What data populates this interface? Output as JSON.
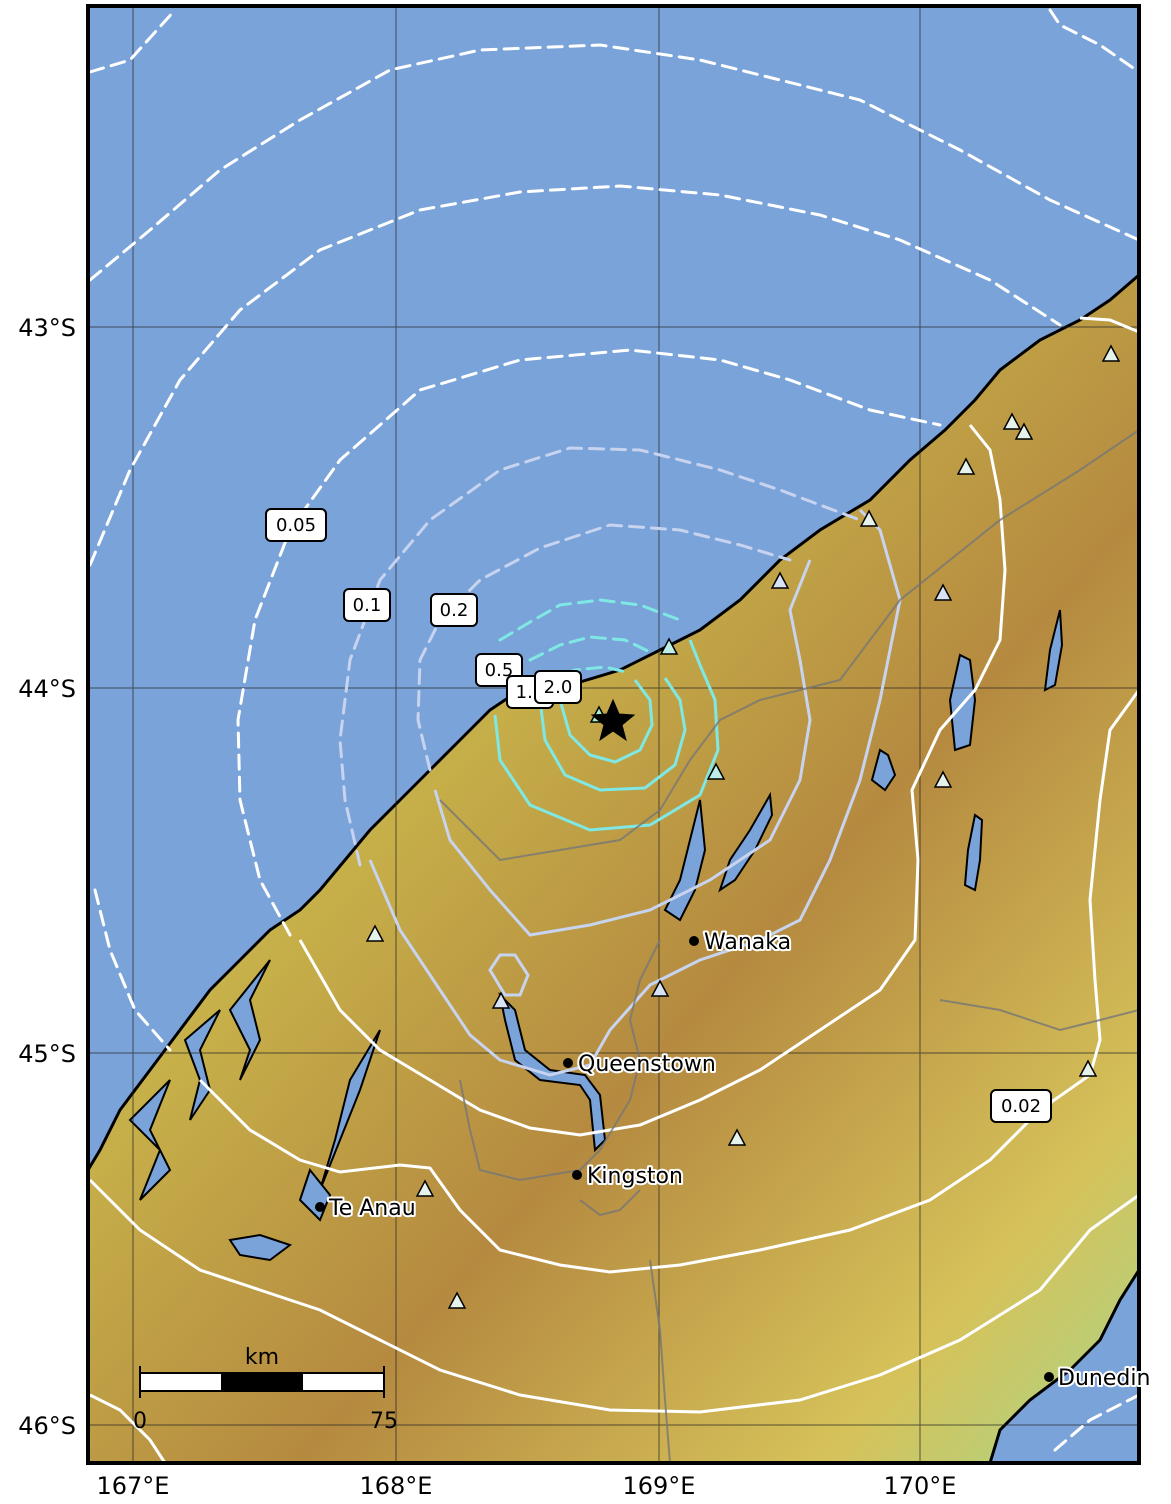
{
  "map": {
    "colors": {
      "ocean": "#7aa3d9",
      "land_low": "#8fd4a0",
      "land_mid": "#c8b34a",
      "land_high": "#a86b38",
      "contour_dashed": "#ffffff",
      "contour_inner": "#7fe8e4",
      "contour_mid": "#c7d3ef"
    },
    "axes": {
      "lat_ticks": [
        "43°S",
        "44°S",
        "45°S",
        "46°S"
      ],
      "lon_ticks": [
        "167°E",
        "168°E",
        "169°E",
        "170°E"
      ]
    },
    "contour_labels": [
      "0.05",
      "0.1",
      "0.2",
      "0.5",
      "1.0",
      "2.0",
      "0.02"
    ],
    "cities": [
      {
        "name": "Wanaka"
      },
      {
        "name": "Queenstown"
      },
      {
        "name": "Kingston"
      },
      {
        "name": "Te Anau"
      },
      {
        "name": "Dunedin"
      }
    ],
    "epicenter_icon": "star-icon",
    "station_icon": "triangle-icon",
    "scalebar": {
      "unit": "km",
      "start": "0",
      "end": "75"
    }
  }
}
